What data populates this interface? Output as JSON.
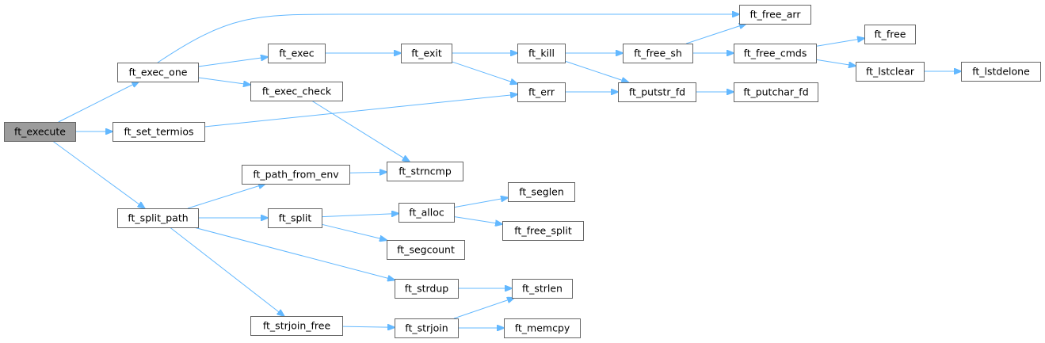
{
  "colors": {
    "edge": "#63b8ff",
    "node_border": "#666666",
    "root_fill": "#9c9c9c",
    "node_fill": "#ffffff"
  },
  "root": "ft_execute",
  "nodes": [
    {
      "id": "ft_execute",
      "label": "ft_execute"
    },
    {
      "id": "ft_exec_one",
      "label": "ft_exec_one"
    },
    {
      "id": "ft_set_termios",
      "label": "ft_set_termios"
    },
    {
      "id": "ft_split_path",
      "label": "ft_split_path"
    },
    {
      "id": "ft_exec",
      "label": "ft_exec"
    },
    {
      "id": "ft_exec_check",
      "label": "ft_exec_check"
    },
    {
      "id": "ft_path_from_env",
      "label": "ft_path_from_env"
    },
    {
      "id": "ft_split",
      "label": "ft_split"
    },
    {
      "id": "ft_strjoin_free",
      "label": "ft_strjoin_free"
    },
    {
      "id": "ft_exit",
      "label": "ft_exit"
    },
    {
      "id": "ft_strncmp",
      "label": "ft_strncmp"
    },
    {
      "id": "ft_alloc",
      "label": "ft_alloc"
    },
    {
      "id": "ft_segcount",
      "label": "ft_segcount"
    },
    {
      "id": "ft_strdup",
      "label": "ft_strdup"
    },
    {
      "id": "ft_strjoin",
      "label": "ft_strjoin"
    },
    {
      "id": "ft_kill",
      "label": "ft_kill"
    },
    {
      "id": "ft_err",
      "label": "ft_err"
    },
    {
      "id": "ft_seglen",
      "label": "ft_seglen"
    },
    {
      "id": "ft_free_split",
      "label": "ft_free_split"
    },
    {
      "id": "ft_strlen",
      "label": "ft_strlen"
    },
    {
      "id": "ft_memcpy",
      "label": "ft_memcpy"
    },
    {
      "id": "ft_free_sh",
      "label": "ft_free_sh"
    },
    {
      "id": "ft_putstr_fd",
      "label": "ft_putstr_fd"
    },
    {
      "id": "ft_free_arr",
      "label": "ft_free_arr"
    },
    {
      "id": "ft_free_cmds",
      "label": "ft_free_cmds"
    },
    {
      "id": "ft_putchar_fd",
      "label": "ft_putchar_fd"
    },
    {
      "id": "ft_free",
      "label": "ft_free"
    },
    {
      "id": "ft_lstclear",
      "label": "ft_lstclear"
    },
    {
      "id": "ft_lstdelone",
      "label": "ft_lstdelone"
    }
  ],
  "edges": [
    {
      "from": "ft_execute",
      "to": "ft_exec_one"
    },
    {
      "from": "ft_execute",
      "to": "ft_set_termios"
    },
    {
      "from": "ft_execute",
      "to": "ft_split_path"
    },
    {
      "from": "ft_exec_one",
      "to": "ft_free_arr"
    },
    {
      "from": "ft_exec_one",
      "to": "ft_exec"
    },
    {
      "from": "ft_exec_one",
      "to": "ft_exec_check"
    },
    {
      "from": "ft_set_termios",
      "to": "ft_err"
    },
    {
      "from": "ft_exec",
      "to": "ft_exit"
    },
    {
      "from": "ft_exec_check",
      "to": "ft_strncmp"
    },
    {
      "from": "ft_exit",
      "to": "ft_kill"
    },
    {
      "from": "ft_exit",
      "to": "ft_err"
    },
    {
      "from": "ft_kill",
      "to": "ft_free_sh"
    },
    {
      "from": "ft_kill",
      "to": "ft_putstr_fd"
    },
    {
      "from": "ft_err",
      "to": "ft_putstr_fd"
    },
    {
      "from": "ft_free_sh",
      "to": "ft_free_arr"
    },
    {
      "from": "ft_free_sh",
      "to": "ft_free_cmds"
    },
    {
      "from": "ft_putstr_fd",
      "to": "ft_putchar_fd"
    },
    {
      "from": "ft_free_cmds",
      "to": "ft_free"
    },
    {
      "from": "ft_free_cmds",
      "to": "ft_lstclear"
    },
    {
      "from": "ft_lstclear",
      "to": "ft_lstdelone"
    },
    {
      "from": "ft_split_path",
      "to": "ft_path_from_env"
    },
    {
      "from": "ft_split_path",
      "to": "ft_split"
    },
    {
      "from": "ft_split_path",
      "to": "ft_strdup"
    },
    {
      "from": "ft_split_path",
      "to": "ft_strjoin_free"
    },
    {
      "from": "ft_path_from_env",
      "to": "ft_strncmp"
    },
    {
      "from": "ft_split",
      "to": "ft_alloc"
    },
    {
      "from": "ft_split",
      "to": "ft_segcount"
    },
    {
      "from": "ft_alloc",
      "to": "ft_seglen"
    },
    {
      "from": "ft_alloc",
      "to": "ft_free_split"
    },
    {
      "from": "ft_strdup",
      "to": "ft_strlen"
    },
    {
      "from": "ft_strjoin_free",
      "to": "ft_strjoin"
    },
    {
      "from": "ft_strjoin",
      "to": "ft_strlen"
    },
    {
      "from": "ft_strjoin",
      "to": "ft_memcpy"
    }
  ]
}
